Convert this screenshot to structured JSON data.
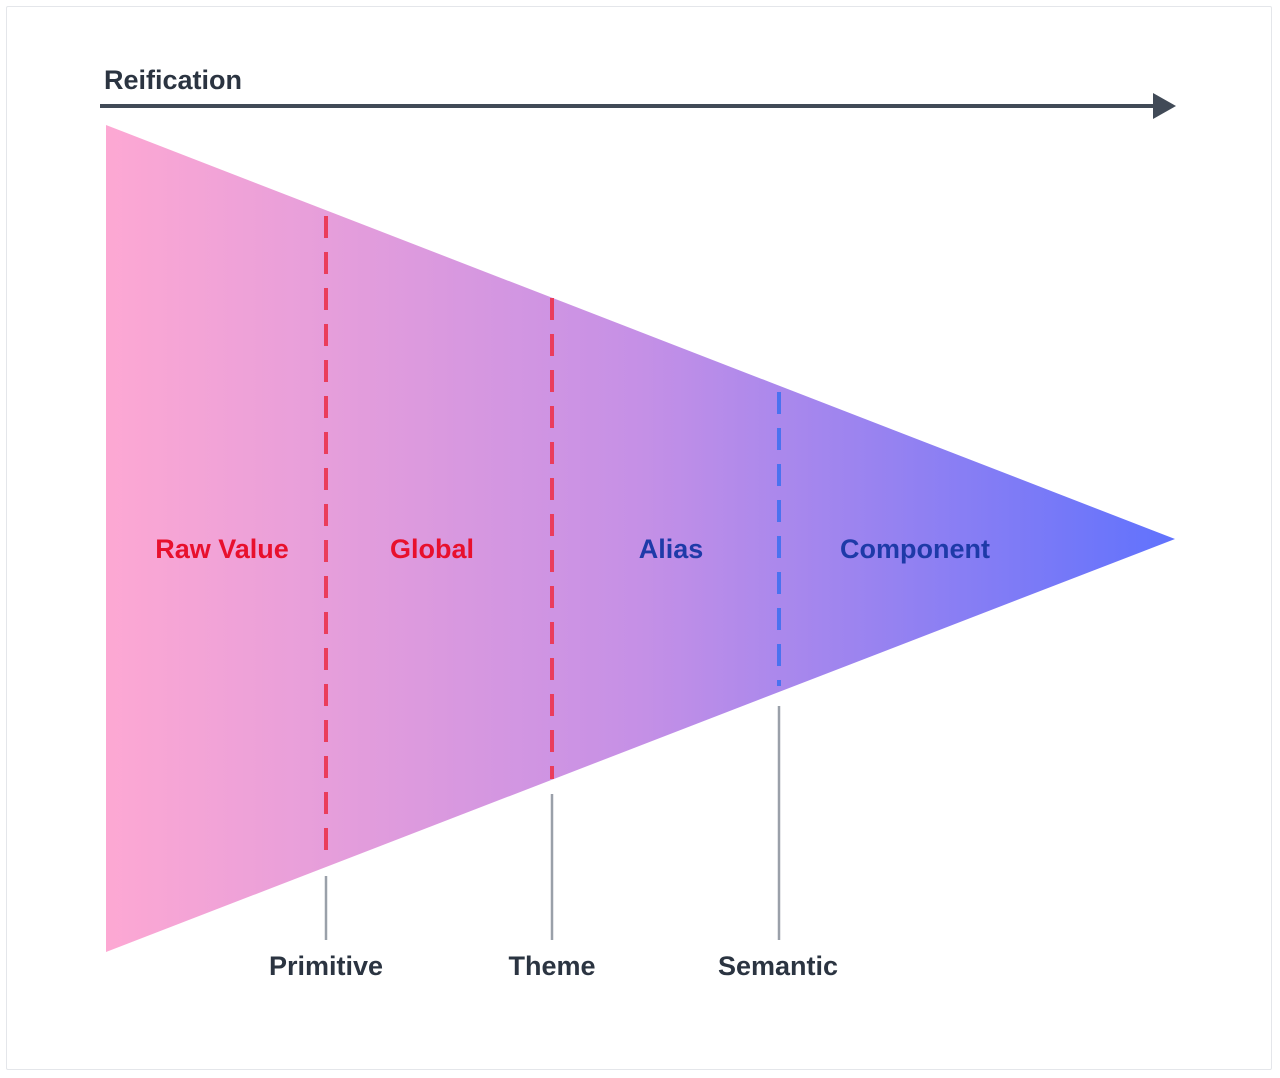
{
  "axis": {
    "label": "Reification"
  },
  "colors": {
    "text_dark": "#2b3441",
    "arrow": "#414a57",
    "gradient_start": "#fda8d3",
    "gradient_mid": "#c590e6",
    "gradient_end": "#6072fd",
    "zone_red": "#e8102d",
    "zone_blue": "#1e3aa8",
    "divider_red": "#ea3d5c",
    "divider_blue": "#4a72f0",
    "leader_line": "#9aa0a9"
  },
  "zones": [
    {
      "label": "Raw Value",
      "color": "red"
    },
    {
      "label": "Global",
      "color": "red"
    },
    {
      "label": "Alias",
      "color": "blue"
    },
    {
      "label": "Component",
      "color": "blue"
    }
  ],
  "tiers": [
    {
      "label": "Primitive"
    },
    {
      "label": "Theme"
    },
    {
      "label": "Semantic"
    }
  ]
}
